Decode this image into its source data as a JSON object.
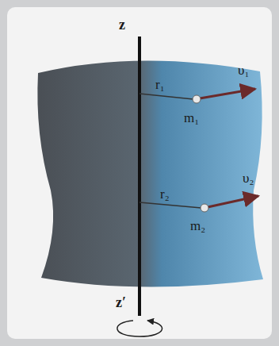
{
  "diagram": {
    "labels": [
      "z",
      "r₁",
      "m₁",
      "υ₁",
      "r₂",
      "m₂",
      "υ₂",
      "z′"
    ]
  }
}
